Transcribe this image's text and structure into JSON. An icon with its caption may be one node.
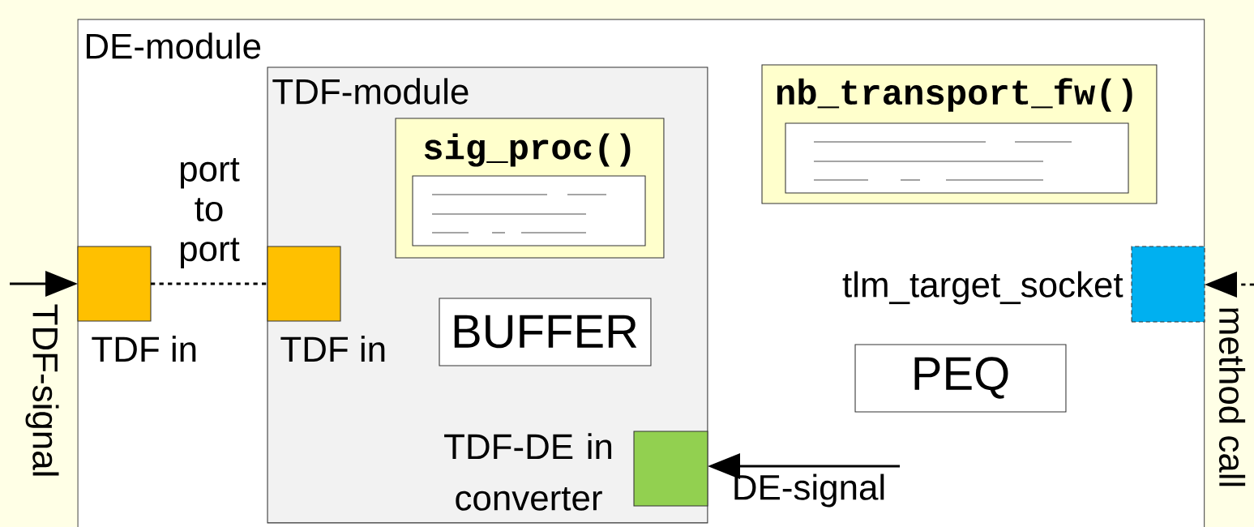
{
  "diagram": {
    "nodes": [
      {
        "text": [
          "DE-module"
        ]
      },
      {
        "text": [
          "TDF-module"
        ],
        "in": 0
      },
      {
        "text": [
          "sig_proc()"
        ],
        "in": 1
      },
      {
        "text": [
          "nb_transport_fw()"
        ],
        "in": 0
      },
      {
        "text": [],
        "shape": "box",
        "beside": [
          "TDF in"
        ],
        "in": 0
      },
      {
        "text": [],
        "shape": "box",
        "beside": [
          "TDF in"
        ],
        "in": 1
      },
      {
        "text": [
          "BUFFER"
        ],
        "in": 1
      },
      {
        "text": [],
        "shape": "box",
        "beside": [
          "TDF-DE in converter"
        ],
        "in": 1
      },
      {
        "text": [],
        "shape": "box",
        "beside": [
          "tlm_target_socket"
        ],
        "in": 0
      },
      {
        "text": [
          "PEQ"
        ],
        "in": 0
      }
    ],
    "edges": [
      {
        "from": null,
        "to": 4,
        "arrow": "to",
        "label": "TDF-signal"
      },
      {
        "from": 4,
        "to": 5,
        "arrow": "none",
        "style": "dashed",
        "label": "port to port"
      },
      {
        "from": null,
        "to": 8,
        "arrow": "to",
        "style": "dashed",
        "label": "method call"
      },
      {
        "from": null,
        "to": 7,
        "arrow": "to",
        "label": "DE-signal"
      }
    ]
  }
}
